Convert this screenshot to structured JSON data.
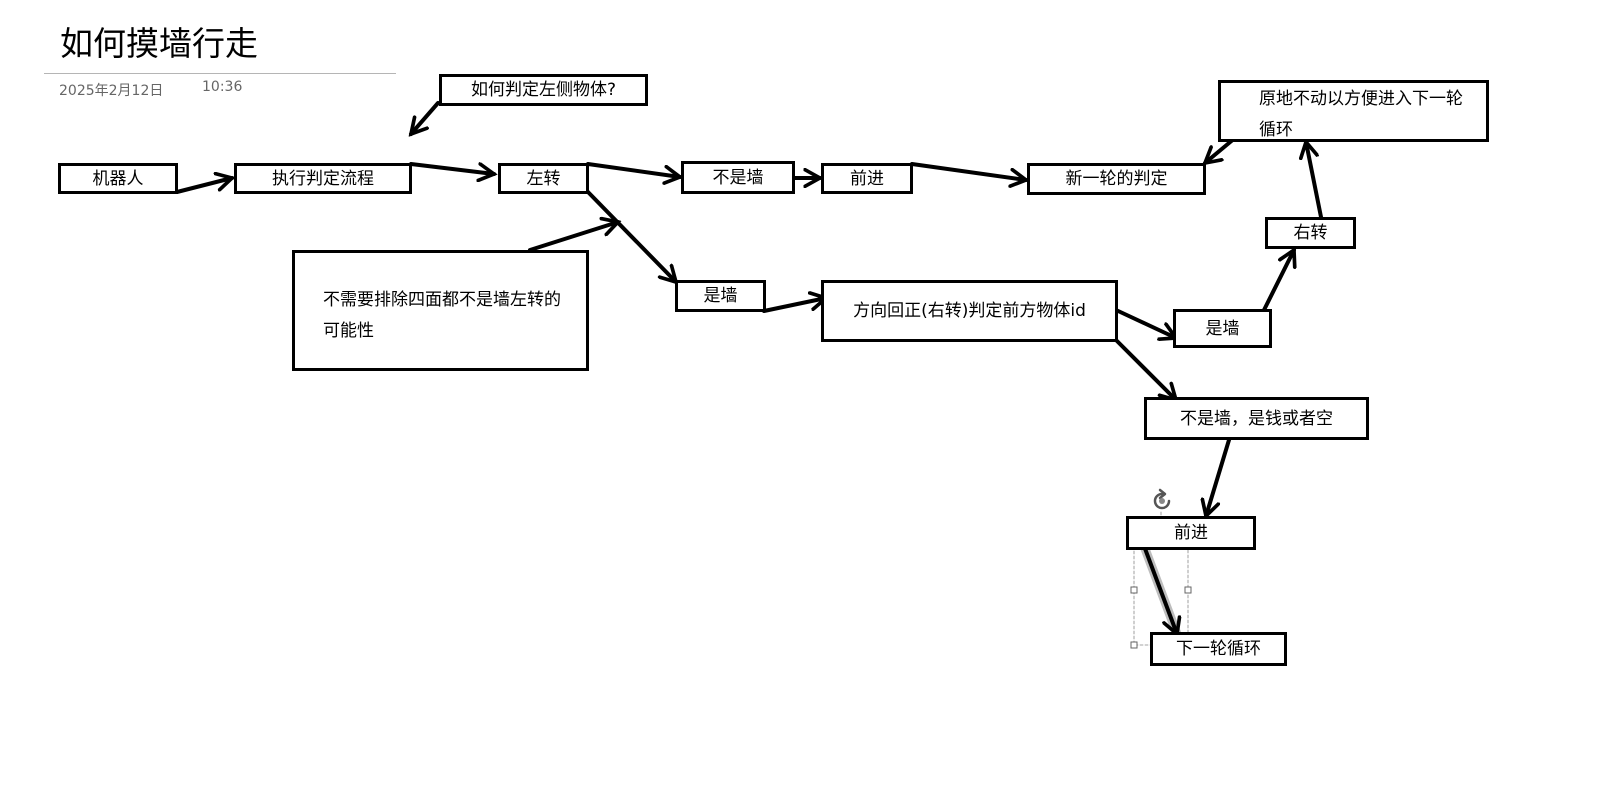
{
  "page": {
    "title": "如何摸墙行走",
    "date": "2025年2月12日",
    "time": "10:36"
  },
  "nodes": {
    "robot": "机器人",
    "run_flow": "执行判定流程",
    "how_judge_left": "如何判定左侧物体?",
    "turn_left": "左转",
    "not_wall_1": "不是墙",
    "forward_1": "前进",
    "new_round": "新一轮的判定",
    "stay_still_line1": "原地不动以方便进入下一轮",
    "stay_still_line2": "循环",
    "turn_right": "右转",
    "note_line1": "不需要排除四面都不是墙左转的",
    "note_line2": "可能性",
    "is_wall_1": "是墙",
    "reorient": "方向回正(右转)判定前方物体id",
    "is_wall_2": "是墙",
    "not_wall_money": "不是墙，是钱或者空",
    "forward_2": "前进",
    "next_loop": "下一轮循环"
  },
  "icons": {
    "rotate": "rotate-handle-icon"
  }
}
